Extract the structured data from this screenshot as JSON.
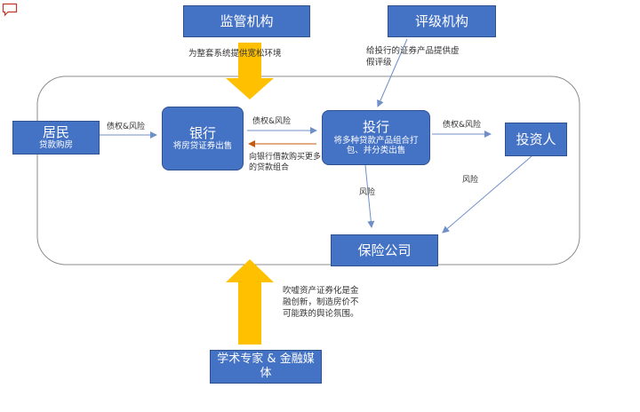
{
  "nodes": {
    "regulator": {
      "title": "监管机构"
    },
    "rating": {
      "title": "评级机构"
    },
    "resident": {
      "title": "居民",
      "sub": "贷款购房"
    },
    "bank": {
      "title": "银行",
      "sub": "将房贷证券出售"
    },
    "ibank": {
      "title": "投行",
      "sub": "将多种贷款产品组合打包、并分类出售"
    },
    "investor": {
      "title": "投资人"
    },
    "insurance": {
      "title": "保险公司"
    },
    "experts": {
      "title": "学术专家 & 金融媒体"
    }
  },
  "edges": {
    "resident_bank": "债权&风险",
    "bank_ibank": "债权&风险",
    "ibank_bank": "向银行借款购买更多的贷款组合",
    "ibank_investor": "债权&风险",
    "ibank_insurance": "风险",
    "investor_insurance": "风险"
  },
  "notes": {
    "regulator": "为整套系统提供宽松环境",
    "rating": "给投行的证券产品提供虚假评级",
    "experts": "吹嘘资产证券化是金融创新，制造房价不可能跌的舆论氛围。"
  },
  "colors": {
    "box_fill": "#4472C4",
    "arrow_line": "#6F8FC9",
    "arrow_orange": "#C55A11",
    "big_arrow": "#FFC000"
  }
}
